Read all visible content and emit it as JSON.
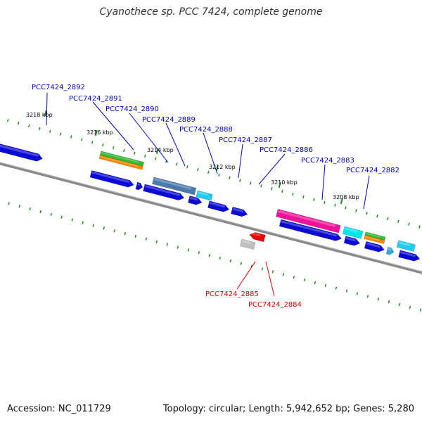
{
  "title": "Cyanothece sp. PCC 7424, complete genome",
  "footer": {
    "accession": "Accession: NC_011729",
    "topology": "Topology: circular; Length: 5,942,652 bp; Genes: 5,280"
  },
  "colors": {
    "forward_label": "#0000cc",
    "reverse_label": "#dd0000",
    "backbone": "#888888",
    "tick": "#228b22"
  },
  "ticks": [
    "3218 kbp",
    "3216 kbp",
    "3214 kbp",
    "3212 kbp",
    "3210 kbp",
    "3208 kbp"
  ],
  "labels": [
    {
      "text": "PCC7424_2892",
      "strand": "forward"
    },
    {
      "text": "PCC7424_2891",
      "strand": "forward"
    },
    {
      "text": "PCC7424_2890",
      "strand": "forward"
    },
    {
      "text": "PCC7424_2889",
      "strand": "forward"
    },
    {
      "text": "PCC7424_2888",
      "strand": "forward"
    },
    {
      "text": "PCC7424_2887",
      "strand": "forward"
    },
    {
      "text": "PCC7424_2886",
      "strand": "forward"
    },
    {
      "text": "PCC7424_2883",
      "strand": "forward"
    },
    {
      "text": "PCC7424_2882",
      "strand": "forward"
    },
    {
      "text": "PCC7424_2885",
      "strand": "reverse"
    },
    {
      "text": "PCC7424_2884",
      "strand": "reverse"
    }
  ]
}
